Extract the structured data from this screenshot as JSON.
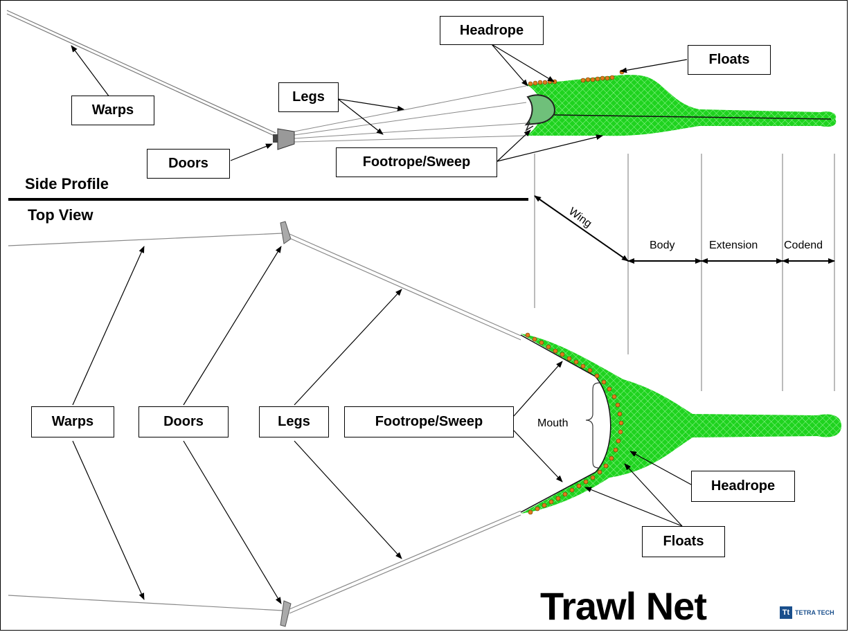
{
  "title": "Trawl Net",
  "logo": {
    "mark": "Tt",
    "text": "TETRA TECH"
  },
  "sections": {
    "side": "Side Profile",
    "top": "Top View"
  },
  "segments": {
    "wing": "Wing",
    "body": "Body",
    "extension": "Extension",
    "codend": "Codend",
    "mouth": "Mouth"
  },
  "side_labels": {
    "headrope": "Headrope",
    "floats": "Floats",
    "warps": "Warps",
    "legs": "Legs",
    "doors": "Doors",
    "footrope": "Footrope/Sweep"
  },
  "top_labels": {
    "warps": "Warps",
    "doors": "Doors",
    "legs": "Legs",
    "footrope": "Footrope/Sweep",
    "headrope": "Headrope",
    "floats": "Floats"
  },
  "colors": {
    "net": "#1fd31f",
    "mesh": "#8cef8c",
    "float": "#e07b1c",
    "mouth": "#7ec87e"
  }
}
